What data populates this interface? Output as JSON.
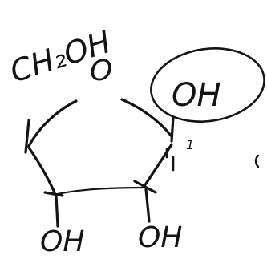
{
  "labels": {
    "ch2oh": "CH₂OH",
    "ring_o": "O",
    "anomeric_oh": "OH",
    "c2_oh": "OH",
    "c3_oh": "OH",
    "c1_mark": "1"
  },
  "colors": {
    "ink": "#141414",
    "background": "#ffffff"
  },
  "highlight": {
    "circled": "anomeric_oh"
  }
}
